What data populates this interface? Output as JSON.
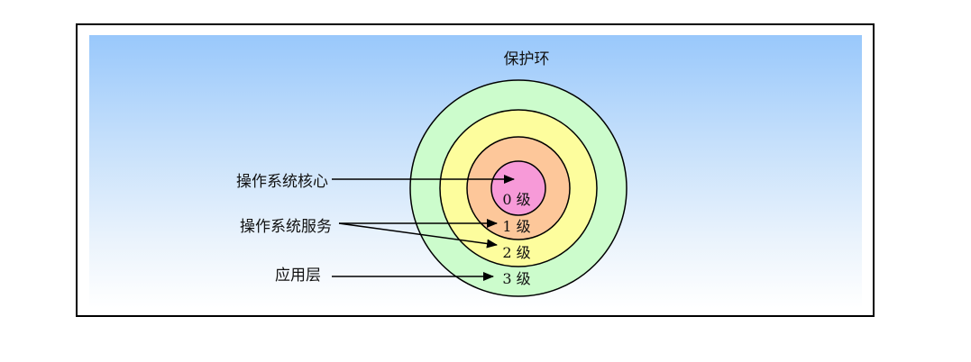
{
  "diagram": {
    "title": "保护环",
    "rings": [
      {
        "label": "0 级",
        "color": "#f79ad8"
      },
      {
        "label": "1 级",
        "color": "#fdc79a"
      },
      {
        "label": "2 级",
        "color": "#fdfd9d"
      },
      {
        "label": "3 级",
        "color": "#ccfccc"
      }
    ],
    "callouts": [
      {
        "text": "操作系统核心"
      },
      {
        "text": "操作系统服务"
      },
      {
        "text": "应用层"
      }
    ],
    "colors": {
      "panel_top": "#99c8fb",
      "panel_bottom": "#ffffff",
      "outline": "#000000"
    }
  }
}
